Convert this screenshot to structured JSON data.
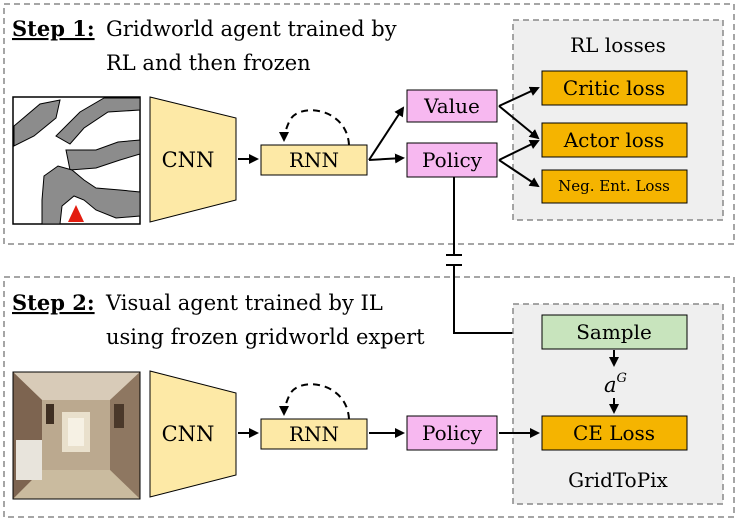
{
  "step1": {
    "label": "Step 1:",
    "desc_line1": "Gridworld agent trained by",
    "desc_line2": "RL and then frozen"
  },
  "step2": {
    "label": "Step 2:",
    "desc_line1": "Visual agent trained by IL",
    "desc_line2": "using frozen gridworld expert"
  },
  "blocks": {
    "cnn": "CNN",
    "rnn": "RNN",
    "policy": "Policy",
    "value": "Value",
    "sample": "Sample",
    "action_symbol": "a",
    "action_superscript": "G"
  },
  "rl_losses": {
    "title": "RL losses",
    "critic": "Critic loss",
    "actor": "Actor loss",
    "entropy": "Neg. Ent. Loss"
  },
  "il_losses": {
    "ce": "CE Loss",
    "caption": "GridToPix"
  },
  "colors": {
    "trapezoid": "#fde9a6",
    "rnn": "#fde9a6",
    "policy": "#f7b8f0",
    "loss": "#f5b400",
    "sample": "#c8e4bd",
    "panel": "#efefef",
    "grid_obstacle": "#8c8c8c",
    "agent_marker": "#e31d10"
  }
}
